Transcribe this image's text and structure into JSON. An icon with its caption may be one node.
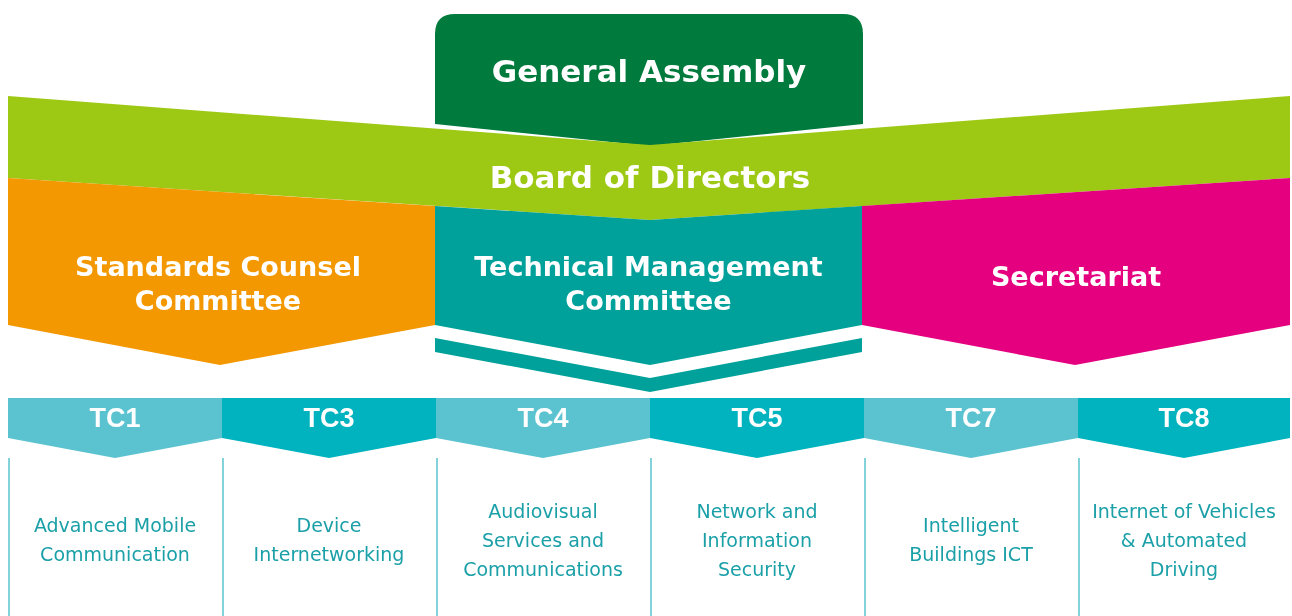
{
  "diagram": {
    "nodes": [
      {
        "text": [
          "General Assembly"
        ]
      },
      {
        "text": [
          "Board of Directors"
        ]
      },
      {
        "text": [
          "Standards Counsel Committee"
        ]
      },
      {
        "text": [
          "Technical Management Committee"
        ]
      },
      {
        "text": [
          "Secretariat"
        ]
      },
      {
        "text": [
          "TC1",
          "Advanced Mobile Communication"
        ]
      },
      {
        "text": [
          "TC3",
          "Device Internetworking"
        ]
      },
      {
        "text": [
          "TC4",
          "Audiovisual Services and Communications"
        ]
      },
      {
        "text": [
          "TC5",
          "Network and Information Security"
        ]
      },
      {
        "text": [
          "TC7",
          "Intelligent Buildings ICT"
        ]
      },
      {
        "text": [
          "TC8",
          "Internet of Vehicles & Automated Driving"
        ]
      }
    ]
  }
}
